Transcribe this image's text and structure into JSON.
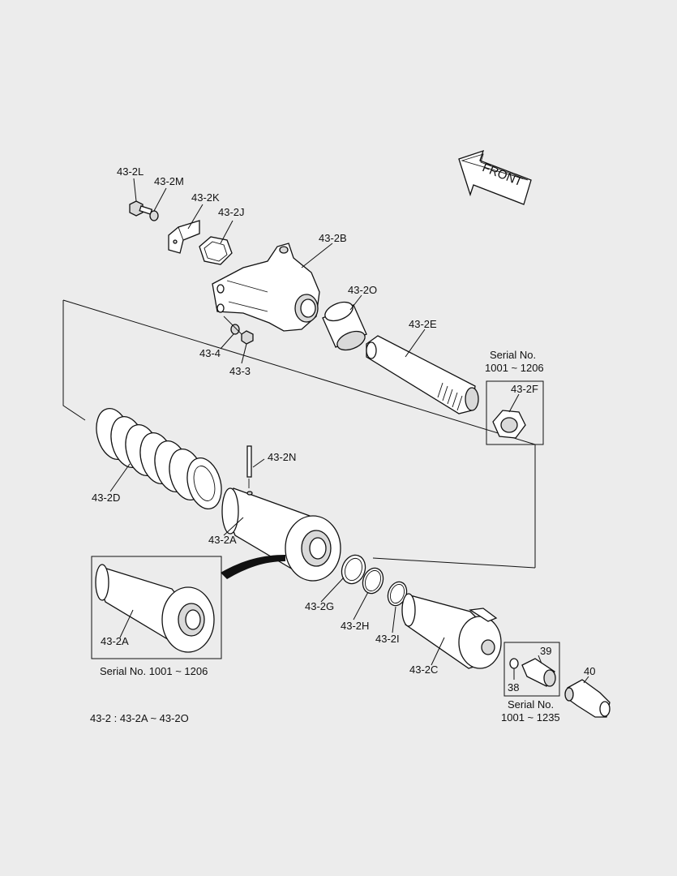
{
  "front_arrow": {
    "label": "FRONT"
  },
  "labels": {
    "p43_2L": "43-2L",
    "p43_2M": "43-2M",
    "p43_2K": "43-2K",
    "p43_2J": "43-2J",
    "p43_2B": "43-2B",
    "p43_2O": "43-2O",
    "p43_2E": "43-2E",
    "p43_4": "43-4",
    "p43_3": "43-3",
    "p43_2F": "43-2F",
    "p43_2D": "43-2D",
    "p43_2N": "43-2N",
    "p43_2A": "43-2A",
    "p43_2A_inset": "43-2A",
    "p43_2G": "43-2G",
    "p43_2H": "43-2H",
    "p43_2I": "43-2I",
    "p43_2C": "43-2C",
    "p39": "39",
    "p38": "38",
    "p40": "40"
  },
  "serial_notes": {
    "top_line1": "Serial No.",
    "top_line2": "1001 ~ 1206",
    "inset": "Serial No. 1001 ~ 1206",
    "bottom_line1": "Serial No.",
    "bottom_line2": "1001 ~ 1235"
  },
  "legend": "43-2 : 43-2A ~ 43-2O"
}
